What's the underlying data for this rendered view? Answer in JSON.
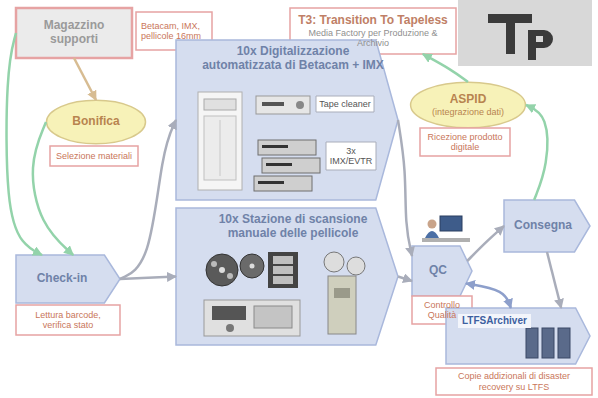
{
  "diagram": {
    "nodes": [
      {
        "text": [
          "Magazzino supporti"
        ]
      },
      {
        "text": [
          "Betacam, IMX, pellicole 16mm"
        ]
      },
      {
        "text": [
          "T3: Transition To Tapeless",
          "Media Factory per Produzione & Archivio"
        ]
      },
      {
        "text": [
          "10x Digitalizzazione automatizzata di Betacam + IMX"
        ]
      },
      {
        "text": [
          "Tape cleaner"
        ],
        "in": 3
      },
      {
        "text": [
          "3x IMX/EVTR"
        ],
        "in": 3
      },
      {
        "text": [
          "ASPID",
          "(integrazione dati)"
        ]
      },
      {
        "text": [
          "Bonifica"
        ]
      },
      {
        "text": [
          "Ricezione prodotto digitale"
        ]
      },
      {
        "text": [
          "Selezione materiali"
        ]
      },
      {
        "text": [
          "Consegna"
        ]
      },
      {
        "text": [
          "10x Stazione di scansione manuale delle pellicole"
        ]
      },
      {
        "text": [
          "Check-in"
        ]
      },
      {
        "text": [
          "QC"
        ]
      },
      {
        "text": [
          "Controllo Qualità"
        ]
      },
      {
        "text": [
          "LTFSArchiver"
        ]
      },
      {
        "text": [
          "Lettura barcode, verifica stato"
        ]
      },
      {
        "text": [
          "Copie addizionali di disaster recovery su LTFS"
        ]
      }
    ],
    "edges": [
      {
        "from": 0,
        "to": 7,
        "arrow": "to"
      },
      {
        "from": 0,
        "to": 12,
        "arrow": "to"
      },
      {
        "from": 7,
        "to": 12,
        "arrow": "to"
      },
      {
        "from": 12,
        "to": 3,
        "arrow": "to"
      },
      {
        "from": 12,
        "to": 11,
        "arrow": "to"
      },
      {
        "from": 3,
        "to": 13,
        "arrow": "to"
      },
      {
        "from": 11,
        "to": 13,
        "arrow": "to"
      },
      {
        "from": 13,
        "to": 15,
        "arrow": "both"
      },
      {
        "from": 13,
        "to": 10,
        "arrow": "to"
      },
      {
        "from": 10,
        "to": 15,
        "arrow": "to"
      },
      {
        "from": 10,
        "to": 6,
        "arrow": "to"
      },
      {
        "from": 6,
        "to": 2,
        "arrow": "to"
      }
    ]
  }
}
